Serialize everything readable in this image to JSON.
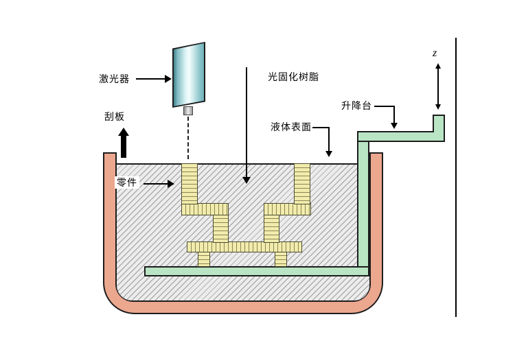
{
  "labels": {
    "laser": "激光器",
    "scraper": "刮板",
    "resin": "光固化树脂",
    "liquid_surface": "液体表面",
    "elevator": "升降台",
    "part": "零件",
    "z_axis": "z"
  },
  "colors": {
    "tank_wall": "#eca78f",
    "liquid_background": "#ececec",
    "hatch_line": "#9b9b9b",
    "part_fill": "#f1ecac",
    "part_stripe": "#8b8455",
    "platform_green": "#b9e5c5",
    "laser_teal_dark": "#41818a",
    "laser_teal_light": "#f4fdfd",
    "outline": "#000000"
  }
}
